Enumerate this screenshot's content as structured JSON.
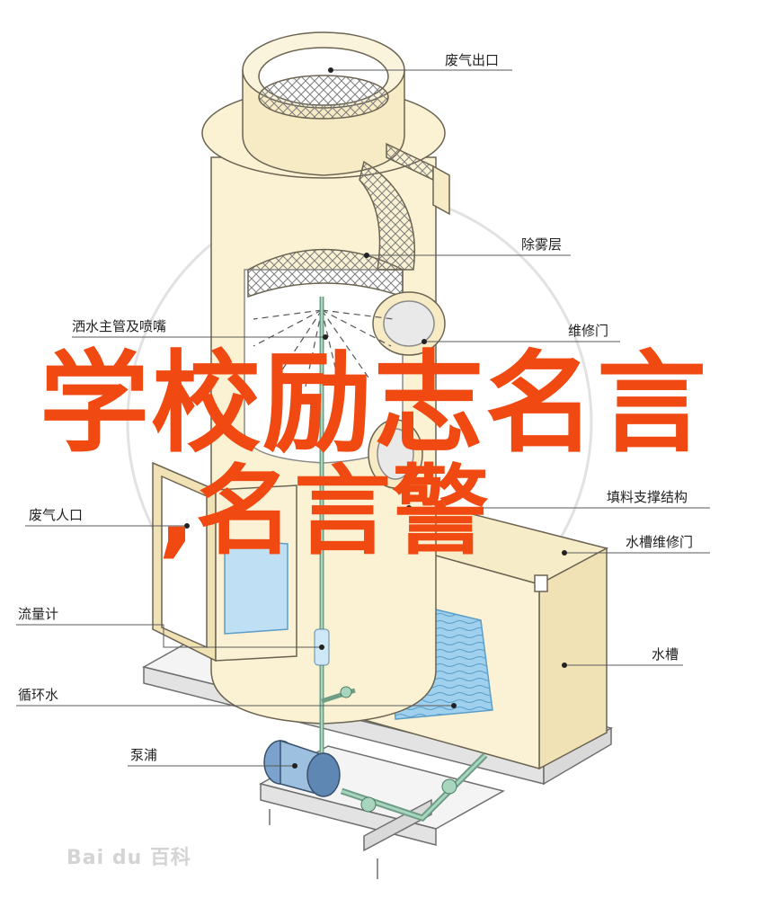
{
  "diagram": {
    "labels": [
      {
        "id": "exhaust-outlet",
        "text": "废气出口"
      },
      {
        "id": "demister",
        "text": "除雾层"
      },
      {
        "id": "sprinkler-pipe",
        "text": "洒水主管及喷嘴"
      },
      {
        "id": "access-door",
        "text": "维修门"
      },
      {
        "id": "packing-support",
        "text": "填料支撑结构"
      },
      {
        "id": "exhaust-inlet",
        "text": "废气人口"
      },
      {
        "id": "tank-access-door",
        "text": "水槽维修门"
      },
      {
        "id": "flowmeter",
        "text": "流量计"
      },
      {
        "id": "water-tank",
        "text": "水槽"
      },
      {
        "id": "circulating-water",
        "text": "循环水"
      },
      {
        "id": "pump",
        "text": "泵浦"
      }
    ]
  },
  "overlay": {
    "headline_line1": "学校励志名言",
    "headline_line2": ",名言警",
    "headline_color": "#f04a12"
  },
  "watermark": "Bai du 百科",
  "colors": {
    "tower_fill": "#fbf1d3",
    "tower_stroke": "#6b6452",
    "water": "#8fc6e8",
    "pipe": "#7fb69a"
  }
}
